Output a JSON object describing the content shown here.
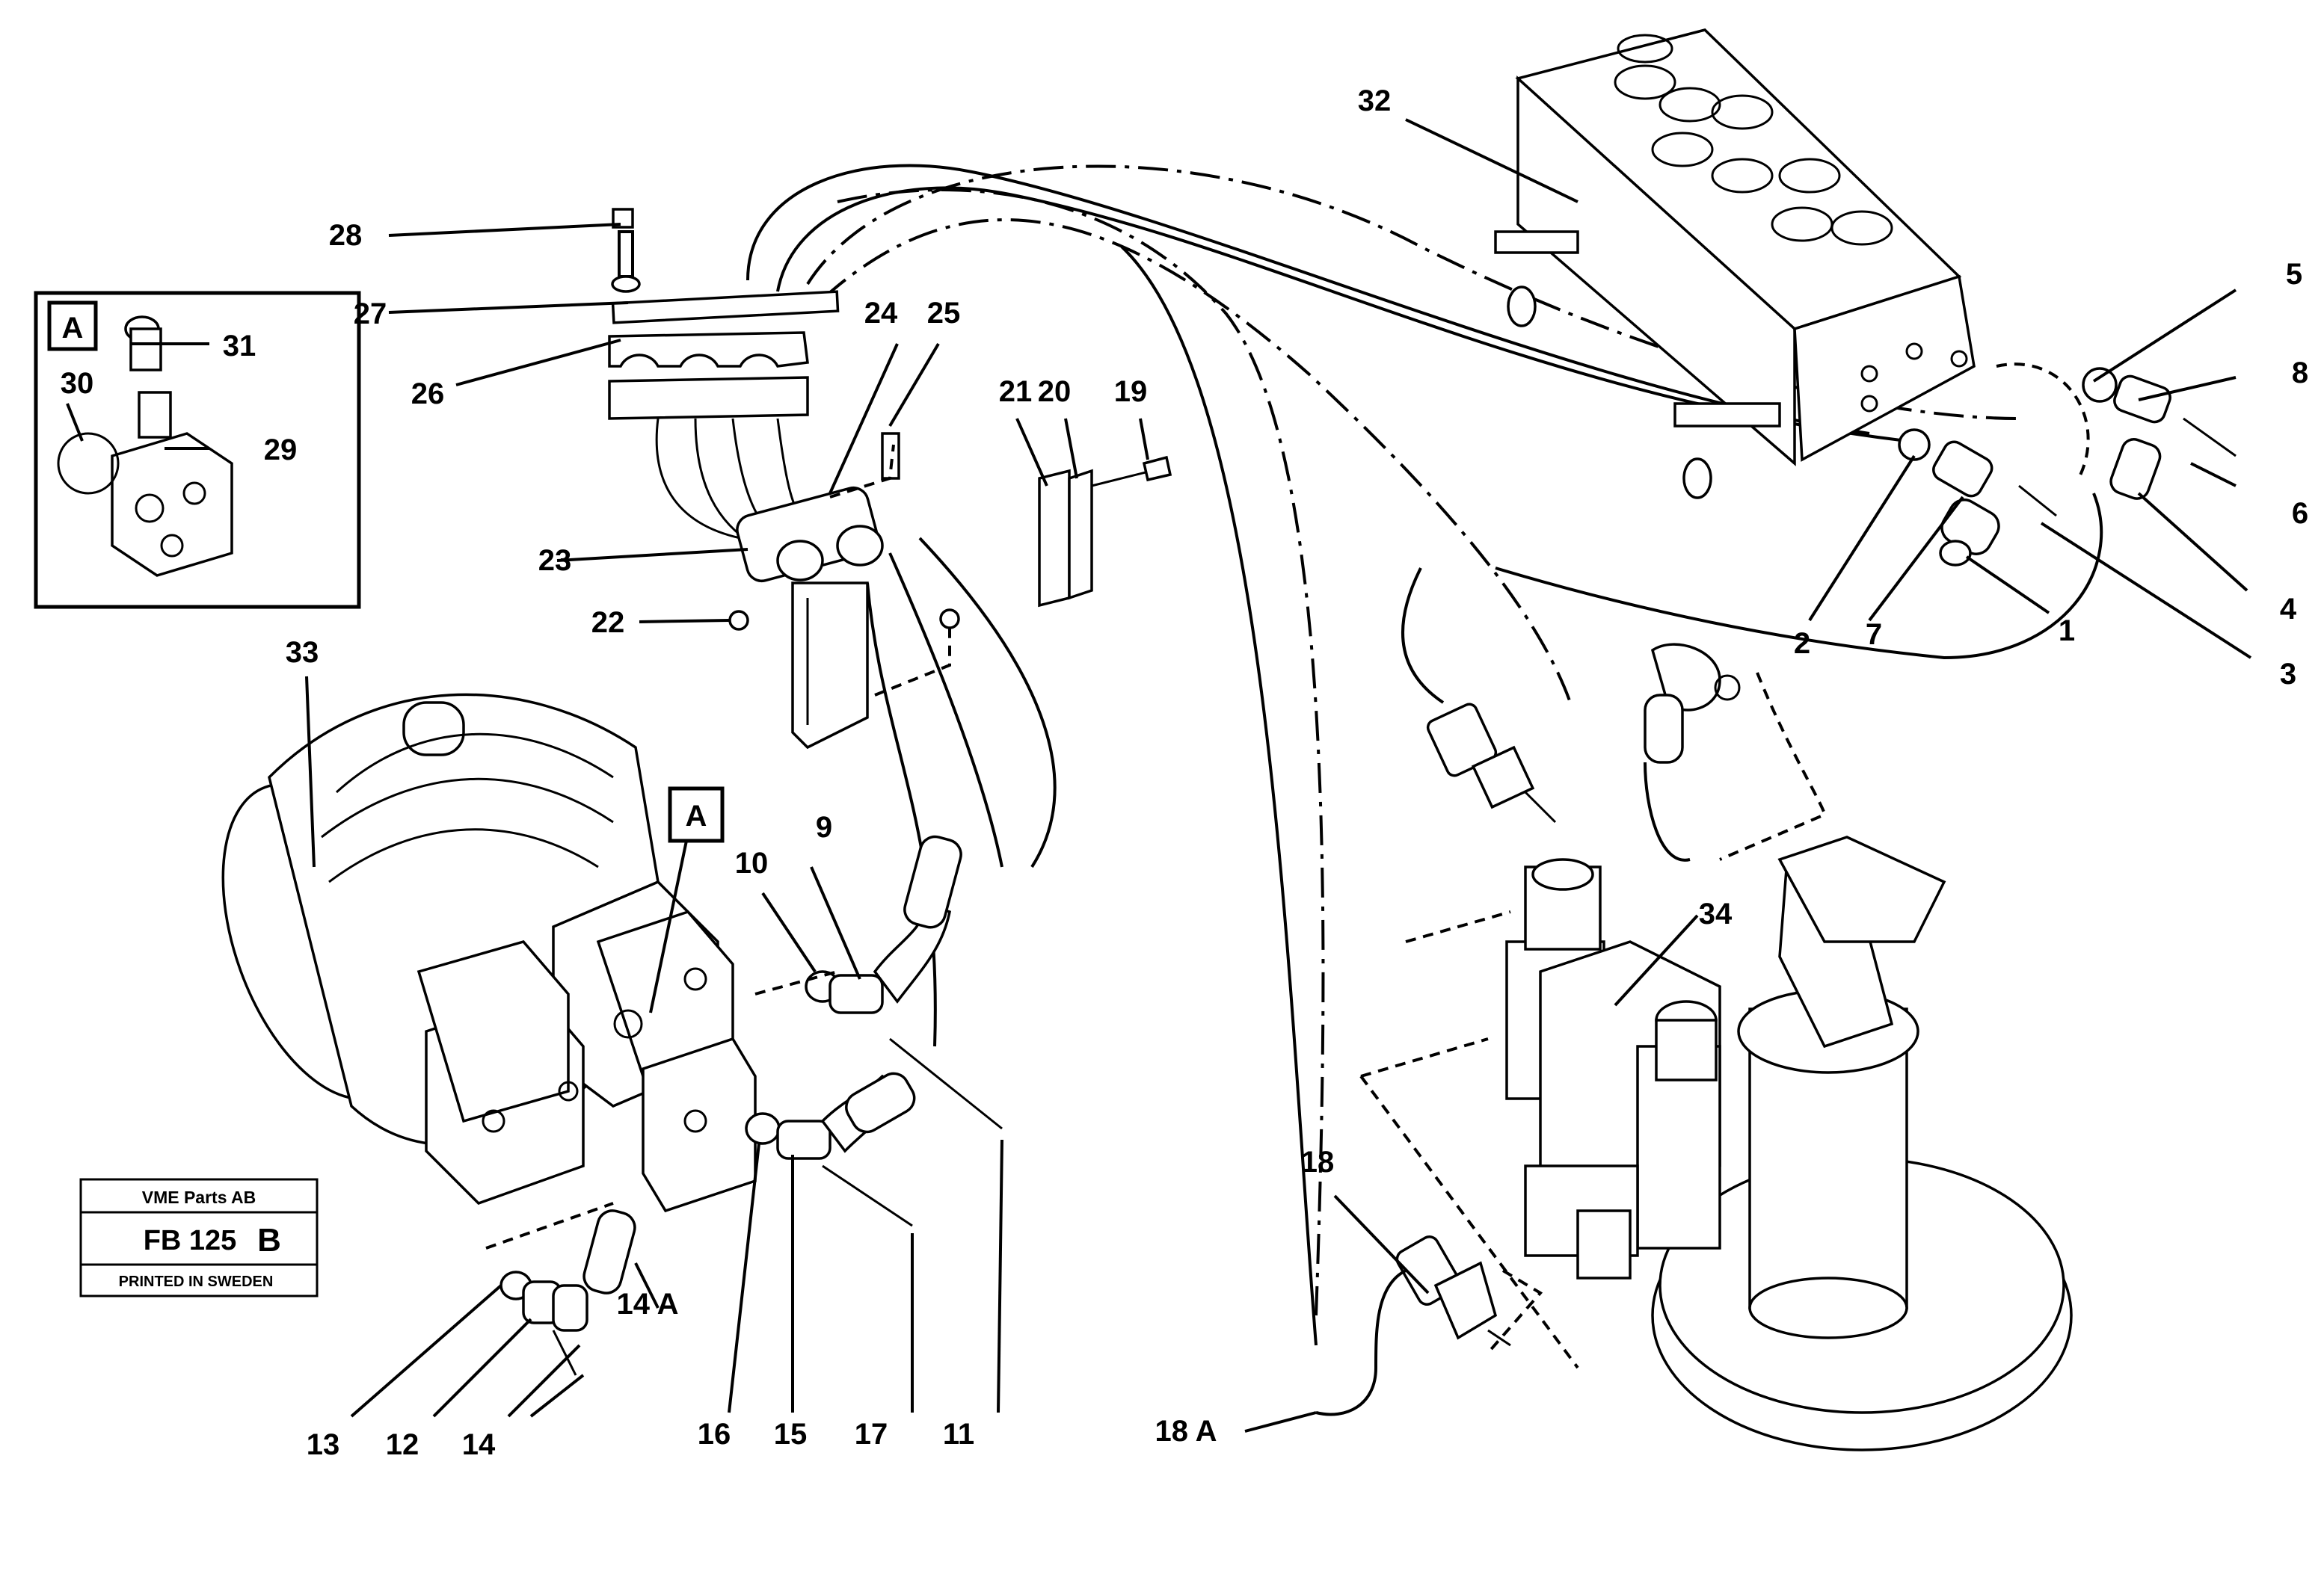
{
  "callouts": {
    "c1": "1",
    "c2": "2",
    "c3": "3",
    "c4": "4",
    "c5": "5",
    "c6": "6",
    "c7": "7",
    "c8": "8",
    "c9": "9",
    "c10": "10",
    "c11": "11",
    "c12": "12",
    "c13": "13",
    "c14": "14",
    "c14a": "14 A",
    "c15": "15",
    "c16": "16",
    "c17": "17",
    "c18": "18",
    "c18a": "18 A",
    "c19": "19",
    "c20": "20",
    "c21": "21",
    "c22": "22",
    "c23": "23",
    "c24": "24",
    "c25": "25",
    "c26": "26",
    "c27": "27",
    "c28": "28",
    "c29": "29",
    "c30": "30",
    "c31": "31",
    "c32": "32",
    "c33": "33",
    "c34": "34"
  },
  "detail_box": {
    "letter": "A"
  },
  "location_tag": {
    "letter": "A"
  },
  "stamp": {
    "company": "VME Parts AB",
    "code": "FB 125",
    "code_suffix": "B",
    "footer": "PRINTED IN SWEDEN"
  }
}
